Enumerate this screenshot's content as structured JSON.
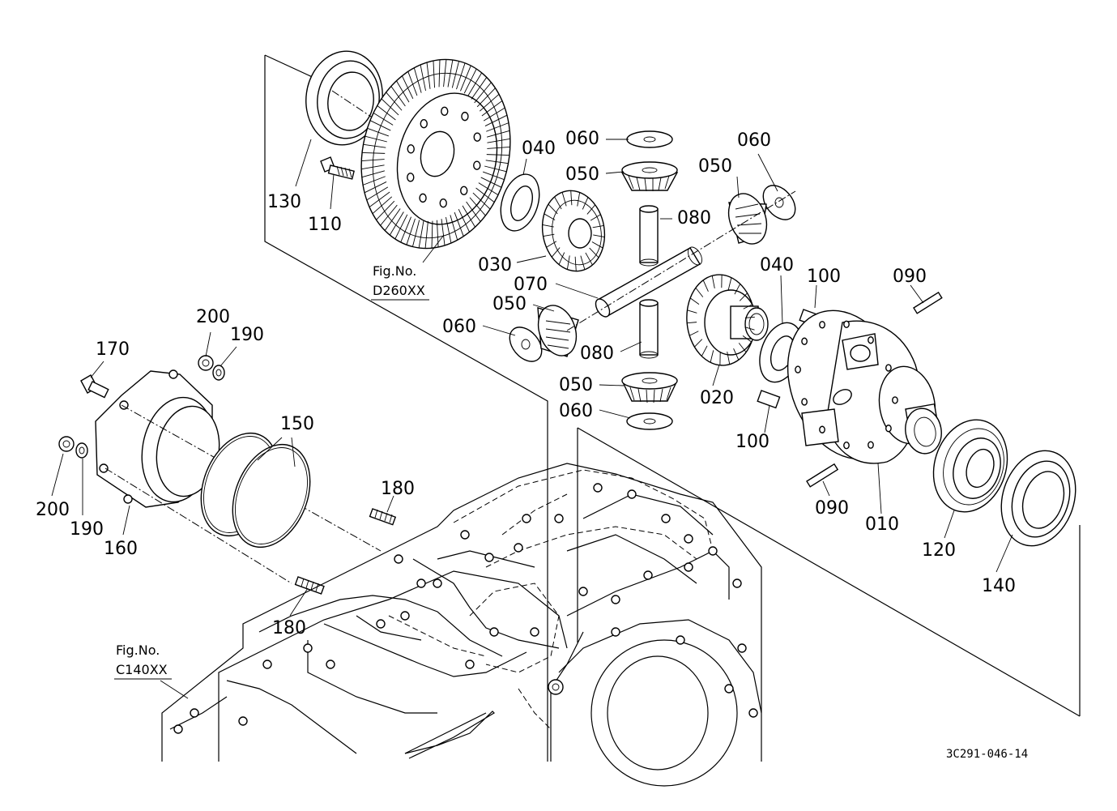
{
  "diagram": {
    "type": "exploded-parts-diagram",
    "callouts": {
      "p010": "010",
      "p020": "020",
      "p030": "030",
      "p040a": "040",
      "p040b": "040",
      "p050a": "050",
      "p050b": "050",
      "p050c": "050",
      "p050d": "050",
      "p060a": "060",
      "p060b": "060",
      "p060c": "060",
      "p060d": "060",
      "p070": "070",
      "p080a": "080",
      "p080b": "080",
      "p090a": "090",
      "p090b": "090",
      "p100a": "100",
      "p100b": "100",
      "p110": "110",
      "p120": "120",
      "p130": "130",
      "p140": "140",
      "p150": "150",
      "p160": "160",
      "p170": "170",
      "p180a": "180",
      "p180b": "180",
      "p190a": "190",
      "p190b": "190",
      "p200a": "200",
      "p200b": "200"
    },
    "figure_refs": {
      "ref1_label": "Fig.No.",
      "ref1_code": "D260XX",
      "ref2_label": "Fig.No.",
      "ref2_code": "C140XX"
    },
    "drawing_code": "3C291-046-14"
  }
}
